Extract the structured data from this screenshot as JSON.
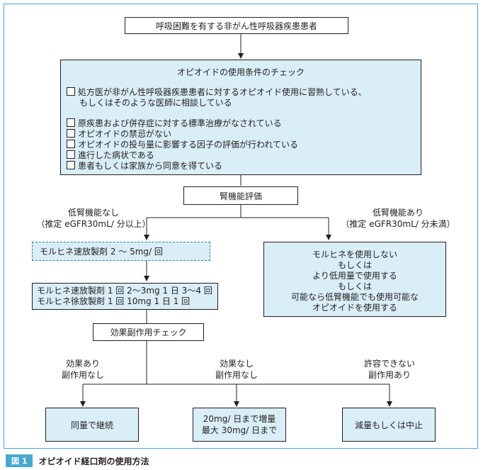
{
  "patient": "呼吸困難を有する非がん性呼吸器疾患患者",
  "checklist": {
    "title": "オピオイドの使用条件のチェック",
    "items": [
      {
        "line1": "処方医が非がん性呼吸器疾患患者に対するオピオイド使用に習熟している、",
        "line2": "もしくはそのような医師に相談している"
      },
      {
        "line1": "原疾患および併存症に対する標準治療がなされている"
      },
      {
        "line1": "オピオイドの禁忌がない"
      },
      {
        "line1": "オピオイドの投与量に影響する因子の評価が行われている"
      },
      {
        "line1": "進行した病状である"
      },
      {
        "line1": "患者もしくは家族から同意を得ている"
      }
    ]
  },
  "renal_eval": "腎機能評価",
  "left_branch": {
    "line1": "低腎機能なし",
    "line2": "（推定 eGFR30mL/ 分以上）"
  },
  "right_branch": {
    "line1": "低腎機能あり",
    "line2": "（推定 eGFR30mL/ 分未満）"
  },
  "morphine_immediate": "モルヒネ速放製剤 2 ～ 5mg/ 回",
  "morphine_regimen": {
    "line1": "モルヒネ速放製剤 1 回 2～3mg 1 日 3～4 回",
    "line2": "モルヒネ徐放製剤 1 回 10mg 1 日 1 回"
  },
  "renal_option": {
    "line1": "モルヒネを使用しない",
    "line2": "もしくは",
    "line3": "より低用量で使用する",
    "line4": "もしくは",
    "line5": "可能なら低腎機能でも使用可能な",
    "line6": "オピオイドを使用する"
  },
  "effect_check": "効果副作用チェック",
  "outcomes": [
    {
      "label1": "効果あり",
      "label2": "副作用なし",
      "action1": "同量で継続",
      "action2": ""
    },
    {
      "label1": "効果なし",
      "label2": "副作用なし",
      "action1": "20mg/ 日まで増量",
      "action2": "最大 30mg/ 日まで"
    },
    {
      "label1": "許容できない",
      "label2": "副作用あり",
      "action1": "減量もしくは中止",
      "action2": ""
    }
  ],
  "caption": {
    "fig": "図 1",
    "title": "オピオイド経口剤の使用方法"
  },
  "colors": {
    "accent": "#49a8cf",
    "box_fill": "#d9eef6",
    "dashed": "#3c7da1"
  }
}
